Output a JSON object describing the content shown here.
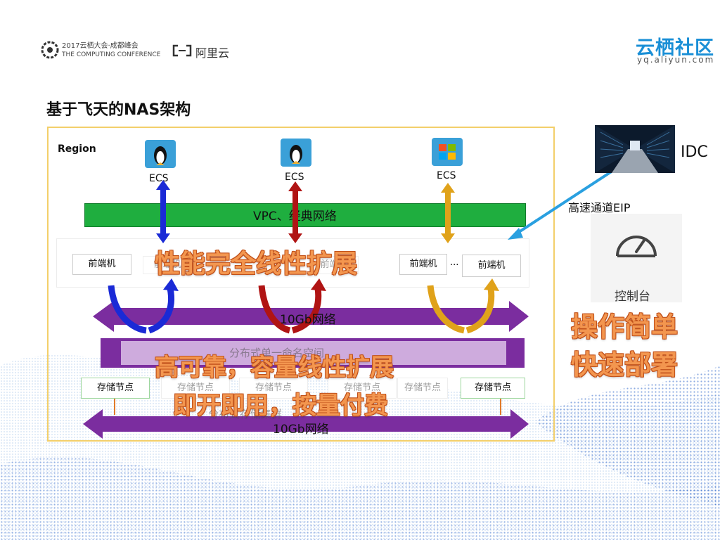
{
  "header": {
    "conference_line1": "2017云栖大会·成都峰会",
    "conference_line2": "THE COMPUTING CONFERENCE",
    "partner_name": "阿里云",
    "brand_name": "云栖社区",
    "brand_url": "yq.aliyun.com"
  },
  "slide": {
    "title": "基于飞天的NAS架构"
  },
  "diagram": {
    "region_label": "Region",
    "ecs_nodes": [
      {
        "label": "ECS",
        "os_icon": "linux-penguin-icon"
      },
      {
        "label": "ECS",
        "os_icon": "linux-penguin-icon"
      },
      {
        "label": "ECS",
        "os_icon": "windows-icon"
      }
    ],
    "vpc_label": "VPC、经典网络",
    "front_nodes": [
      "前端机",
      "前端机",
      "前端机",
      "前端机",
      "前端机"
    ],
    "ellipsis": "...",
    "network_top_label": "10Gb网络",
    "network_bottom_label": "10Gb网络",
    "distributed_meta_label": "分布式单一命名空间",
    "storage_nodes": [
      "存储节点",
      "存储节点",
      "存储节点",
      "存储节点",
      "存储节点",
      "存储节点"
    ],
    "storage_cluster_label": "分布式存储集群",
    "idc_label": "IDC",
    "eip_label": "高速通道EIP",
    "console_label": "控制台"
  },
  "overlays": {
    "performance": "性能完全线性扩展",
    "reliability": "高可靠，容量线性扩展",
    "pay_per_use": "即开即用，按量付费",
    "easy_ops": "操作简单",
    "fast_deploy": "快速部署"
  },
  "colors": {
    "vpc_green": "#1fae3f",
    "network_purple": "#7b2d9f",
    "arrow_blue": "#1a2ad6",
    "arrow_red": "#b01414",
    "arrow_gold": "#e0a21a",
    "eip_arrow": "#2aa0e0",
    "overlay_orange": "#f3964f",
    "brand_blue": "#1a8fd6",
    "region_border": "#f3cf6a"
  }
}
